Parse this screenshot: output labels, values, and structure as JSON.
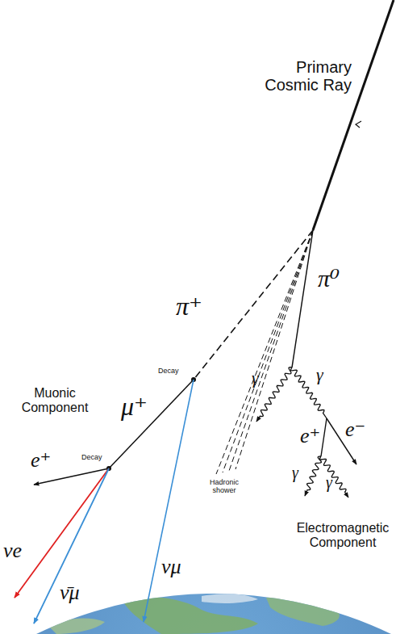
{
  "diagram": {
    "labels": [
      "Primary Cosmic Ray",
      "π⁺",
      "π⁰",
      "γ",
      "γ",
      "Decay",
      "Muonic Component",
      "μ⁺",
      "e⁺",
      "e⁻",
      "Hadronic shower",
      "γ",
      "γ",
      "Decay",
      "e⁺",
      "νμ",
      "Electromagnetic Component",
      "νe",
      "ν̄μ"
    ]
  }
}
